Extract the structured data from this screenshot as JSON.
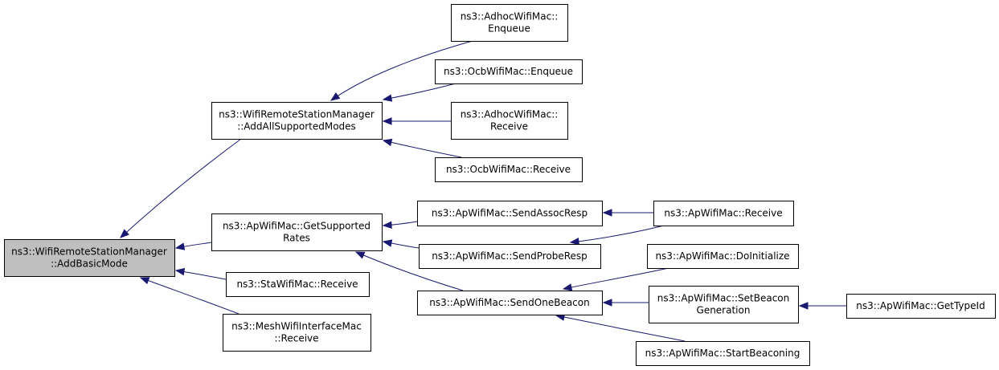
{
  "graph": {
    "nodes": [
      {
        "id": "root",
        "lines": [
          "ns3::WifiRemoteStationManager",
          "::AddBasicMode"
        ],
        "highlighted": true
      },
      {
        "id": "addall",
        "lines": [
          "ns3::WifiRemoteStationManager",
          "::AddAllSupportedModes"
        ]
      },
      {
        "id": "adhoc_enq",
        "lines": [
          "ns3::AdhocWifiMac::",
          "Enqueue"
        ]
      },
      {
        "id": "ocb_enq",
        "lines": [
          "ns3::OcbWifiMac::Enqueue"
        ]
      },
      {
        "id": "adhoc_recv",
        "lines": [
          "ns3::AdhocWifiMac::",
          "Receive"
        ]
      },
      {
        "id": "ocb_recv",
        "lines": [
          "ns3::OcbWifiMac::Receive"
        ]
      },
      {
        "id": "getsupp",
        "lines": [
          "ns3::ApWifiMac::GetSupported",
          "Rates"
        ]
      },
      {
        "id": "sta_recv",
        "lines": [
          "ns3::StaWifiMac::Receive"
        ]
      },
      {
        "id": "mesh_recv",
        "lines": [
          "ns3::MeshWifiInterfaceMac",
          "::Receive"
        ]
      },
      {
        "id": "assoc",
        "lines": [
          "ns3::ApWifiMac::SendAssocResp"
        ]
      },
      {
        "id": "probe",
        "lines": [
          "ns3::ApWifiMac::SendProbeResp"
        ]
      },
      {
        "id": "onebeacon",
        "lines": [
          "ns3::ApWifiMac::SendOneBeacon"
        ]
      },
      {
        "id": "ap_recv",
        "lines": [
          "ns3::ApWifiMac::Receive"
        ]
      },
      {
        "id": "doinit",
        "lines": [
          "ns3::ApWifiMac::DoInitialize"
        ]
      },
      {
        "id": "setbeacon",
        "lines": [
          "ns3::ApWifiMac::SetBeacon",
          "Generation"
        ]
      },
      {
        "id": "startbeacon",
        "lines": [
          "ns3::ApWifiMac::StartBeaconing"
        ]
      },
      {
        "id": "gettype",
        "lines": [
          "ns3::ApWifiMac::GetTypeId"
        ]
      }
    ],
    "edges": [
      {
        "from": "addall",
        "to": "root"
      },
      {
        "from": "getsupp",
        "to": "root"
      },
      {
        "from": "sta_recv",
        "to": "root"
      },
      {
        "from": "mesh_recv",
        "to": "root"
      },
      {
        "from": "adhoc_enq",
        "to": "addall"
      },
      {
        "from": "ocb_enq",
        "to": "addall"
      },
      {
        "from": "adhoc_recv",
        "to": "addall"
      },
      {
        "from": "ocb_recv",
        "to": "addall"
      },
      {
        "from": "assoc",
        "to": "getsupp"
      },
      {
        "from": "probe",
        "to": "getsupp"
      },
      {
        "from": "onebeacon",
        "to": "getsupp"
      },
      {
        "from": "ap_recv",
        "to": "assoc"
      },
      {
        "from": "ap_recv",
        "to": "probe"
      },
      {
        "from": "doinit",
        "to": "onebeacon"
      },
      {
        "from": "setbeacon",
        "to": "onebeacon"
      },
      {
        "from": "startbeacon",
        "to": "onebeacon"
      },
      {
        "from": "gettype",
        "to": "setbeacon"
      }
    ]
  },
  "colors": {
    "edge": "#191970",
    "root_fill": "#bfbfbf",
    "node_fill": "#ffffff",
    "node_border": "#000000"
  }
}
